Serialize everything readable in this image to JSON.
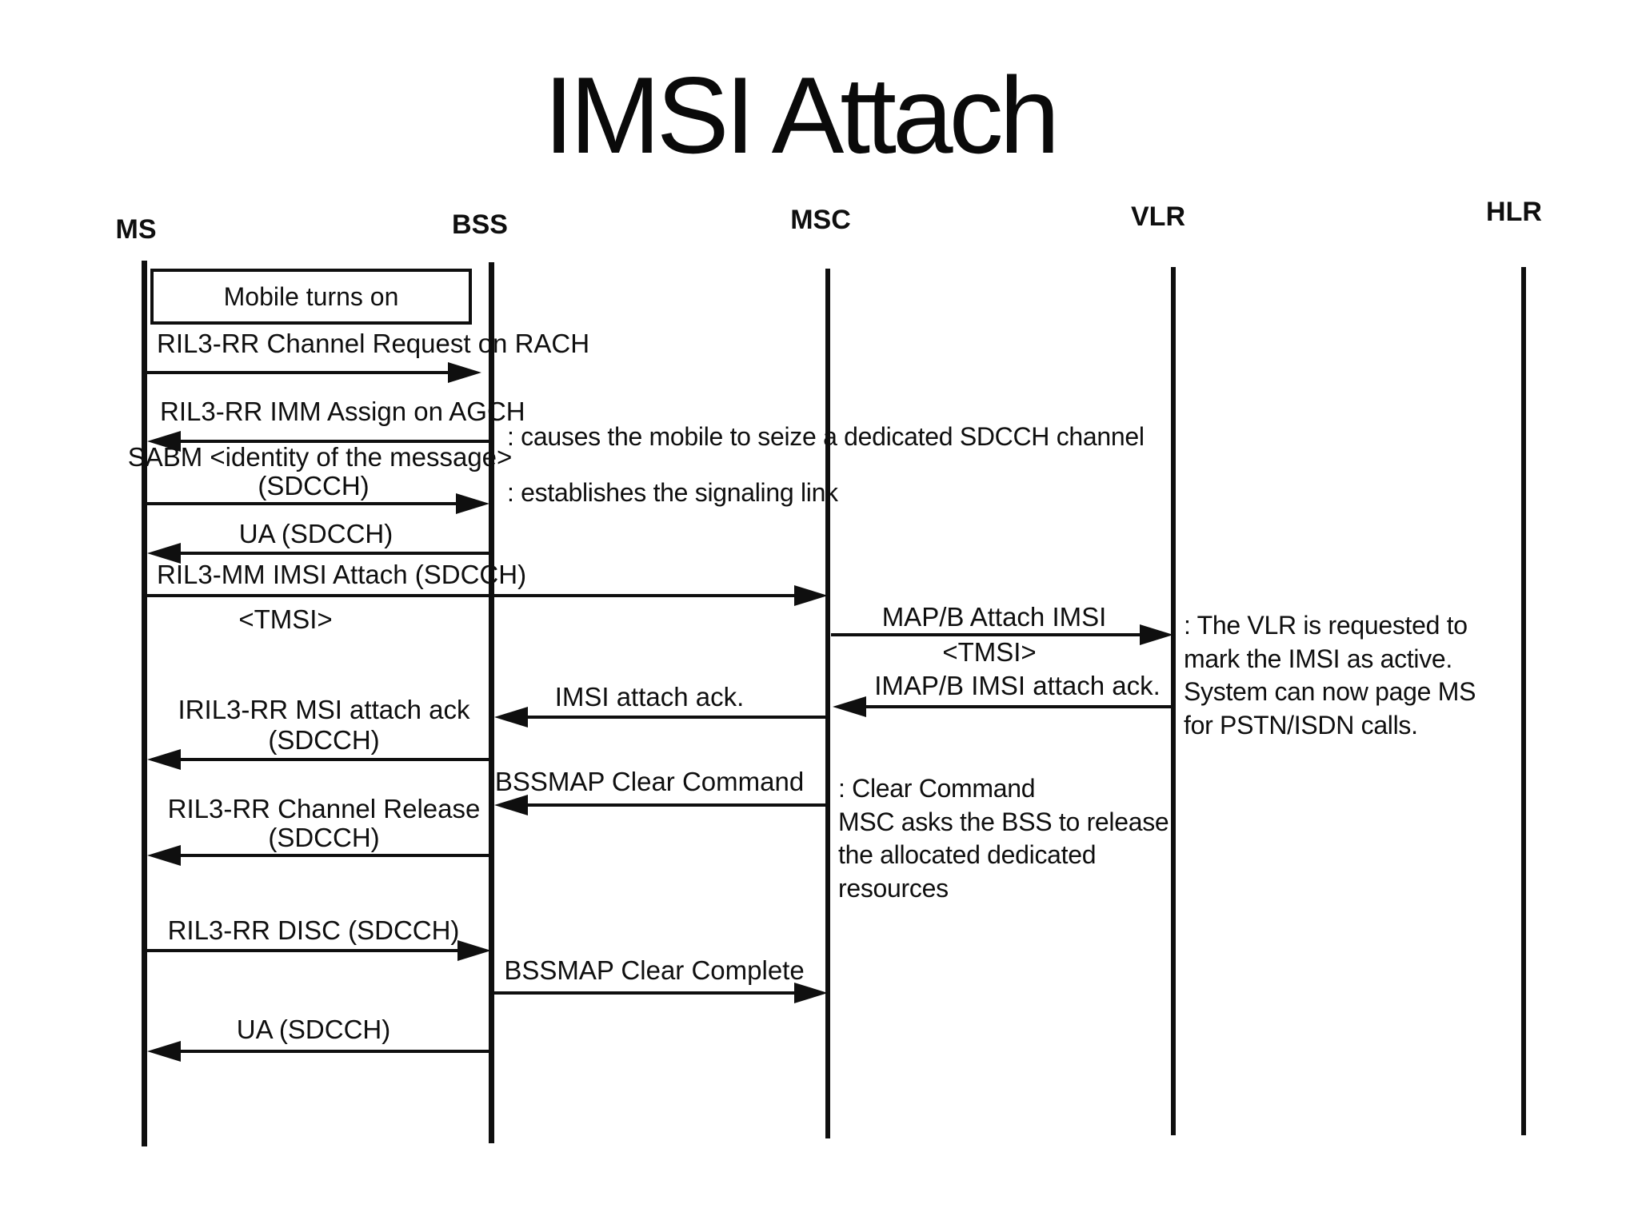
{
  "title": "IMSI Attach",
  "colors": {
    "ink": "#0f0f0f",
    "paper": "#ffffff"
  },
  "actors": [
    {
      "label": "MS"
    },
    {
      "label": "BSS"
    },
    {
      "label": "MSC"
    },
    {
      "label": "VLR"
    },
    {
      "label": "HLR"
    }
  ],
  "note_box": {
    "label": "Mobile turns on"
  },
  "messages": [
    {
      "label": "RIL3-RR Channel Request on RACH",
      "from": "MS",
      "to": "BSS"
    },
    {
      "label": "RIL3-RR IMM Assign on AGCH",
      "from": "BSS",
      "to": "MS"
    },
    {
      "label": "SABM <identity of the message>",
      "label2": "(SDCCH)",
      "from": "MS",
      "to": "BSS"
    },
    {
      "label": "UA (SDCCH)",
      "from": "BSS",
      "to": "MS"
    },
    {
      "label": "RIL3-MM IMSI Attach (SDCCH)",
      "sub": "<TMSI>",
      "from": "MS",
      "to": "MSC"
    },
    {
      "label": "MAP/B Attach IMSI",
      "sub": "<TMSI>",
      "from": "MSC",
      "to": "VLR"
    },
    {
      "label": "IMAP/B IMSI attach ack.",
      "from": "VLR",
      "to": "MSC"
    },
    {
      "label": "IMSI attach ack.",
      "from": "MSC",
      "to": "BSS"
    },
    {
      "label": "IRIL3-RR MSI attach ack",
      "label2": "(SDCCH)",
      "from": "BSS",
      "to": "MS"
    },
    {
      "label": "BSSMAP Clear Command",
      "from": "MSC",
      "to": "BSS"
    },
    {
      "label": "RIL3-RR Channel Release",
      "label2": "(SDCCH)",
      "from": "BSS",
      "to": "MS"
    },
    {
      "label": "RIL3-RR DISC (SDCCH)",
      "from": "MS",
      "to": "BSS"
    },
    {
      "label": "BSSMAP Clear Complete",
      "from": "BSS",
      "to": "MSC"
    },
    {
      "label": "UA (SDCCH)",
      "from": "BSS",
      "to": "MS"
    }
  ],
  "annotations": [
    {
      "lines": [
        ": causes the mobile to seize a dedicated SDCCH channel"
      ]
    },
    {
      "lines": [
        ": establishes the signaling link"
      ]
    },
    {
      "lines": [
        ": The VLR is requested to",
        "mark the IMSI as active.",
        "System can now page MS",
        "for PSTN/ISDN calls."
      ]
    },
    {
      "lines": [
        ": Clear Command",
        "MSC asks the BSS to release",
        "the allocated dedicated",
        "resources"
      ]
    }
  ]
}
